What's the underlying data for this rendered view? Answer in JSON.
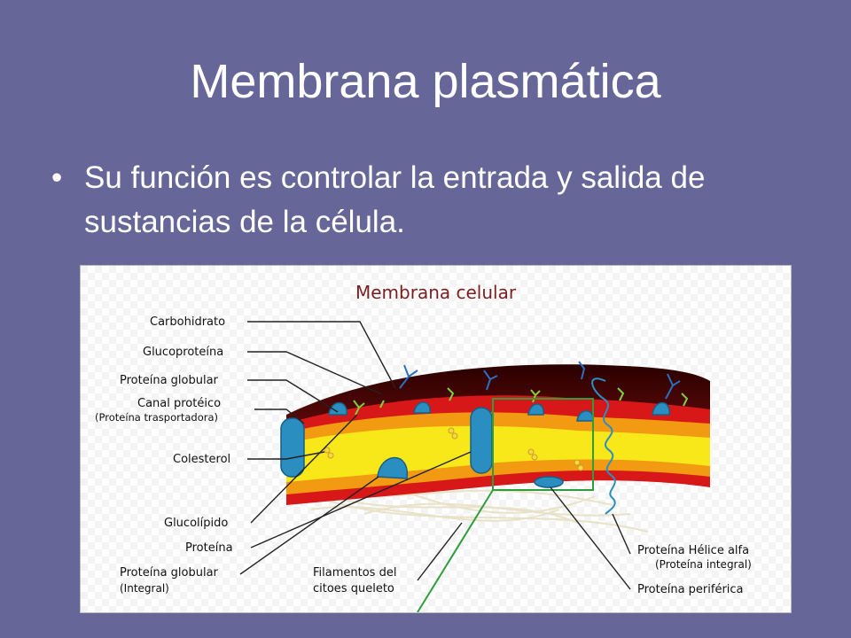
{
  "slide": {
    "title": "Membrana plasmática",
    "bullet": "•",
    "bullet_text": "Su función es controlar la entrada y salida de sustancias de la célula."
  },
  "diagram": {
    "title": "Membrana celular",
    "labels": {
      "carbohidrato": "Carbohidrato",
      "glucoproteina": "Glucoproteína",
      "proteina_globular": "Proteína globular",
      "canal_proteico": "Canal protéico",
      "canal_proteico_sub": "(Proteína trasportadora)",
      "colesterol": "Colesterol",
      "glucolipido": "Glucolípido",
      "proteina": "Proteína",
      "proteina_globular_integral": "Proteína globular",
      "proteina_globular_integral_sub": "(Integral)",
      "filamentos_1": "Filamentos del",
      "filamentos_2": "citoes queleto",
      "proteina_helice": "Proteína Hélice alfa",
      "proteina_helice_sub": "(Proteína integral)",
      "proteina_periferica": "Proteína periférica"
    },
    "colors": {
      "outer_layer": "#7a0f0f",
      "red_band": "#d81818",
      "orange_band": "#f29a12",
      "yellow_core": "#f8e81a",
      "protein": "#2a8fc0",
      "zoom_box": "#2e9e3a"
    }
  }
}
